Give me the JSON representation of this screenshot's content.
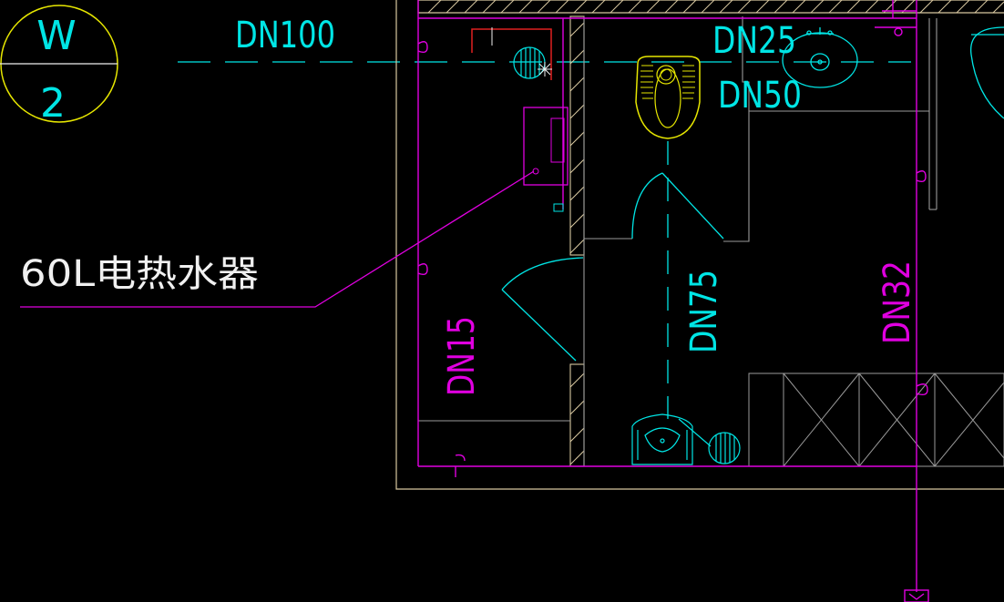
{
  "colors": {
    "background": "#000000",
    "cyan": "#00e5e5",
    "magenta": "#e000e0",
    "yellow": "#e6e600",
    "white": "#f0f0f0",
    "gray": "#9a9a9a",
    "red": "#e02020",
    "tan": "#d8c8a0"
  },
  "axis_marker": {
    "top": "W",
    "bottom": "2"
  },
  "labels": {
    "dn100": "DN100",
    "dn25": "DN25",
    "dn50": "DN50",
    "dn75": "DN75",
    "dn32": "DN32",
    "dn15": "DN15",
    "water_heater": "60L电热水器"
  },
  "icons": [
    "squat-toilet-icon",
    "washbasin-icon",
    "floor-drain-icon",
    "water-heater-icon",
    "door-swing-icon",
    "pipe-riser-icon"
  ]
}
